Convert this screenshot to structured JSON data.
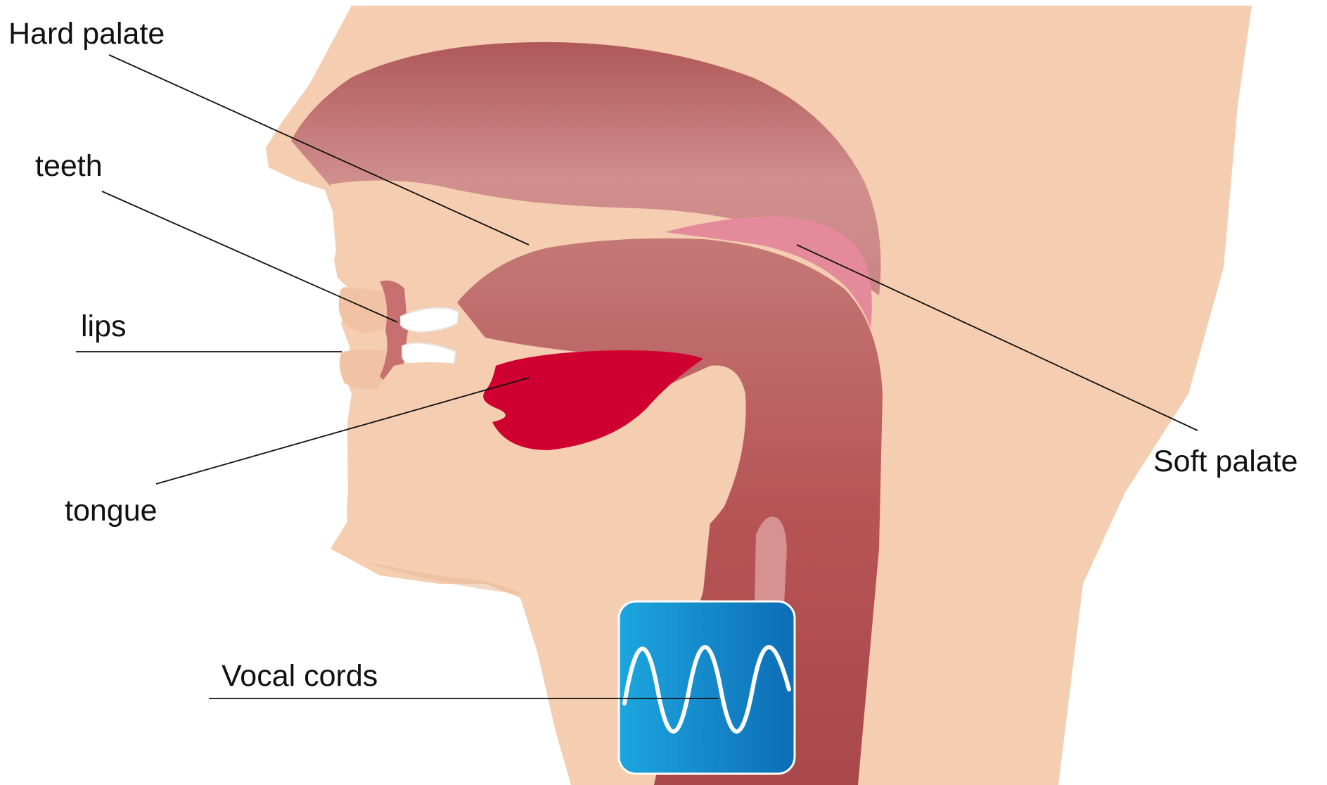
{
  "labels": {
    "hard_palate": "Hard palate",
    "teeth": "teeth",
    "lips": "lips",
    "tongue": "tongue",
    "soft_palate": "Soft palate",
    "vocal_cords": "Vocal cords"
  },
  "colors": {
    "skin": "#f5cdb0",
    "skin_shadow": "#e7b896",
    "cavity_top": "#b45a5c",
    "cavity_mid": "#cc8a8a",
    "throat": "#ad4b4e",
    "soft_palate": "#e58898",
    "tongue": "#cf0030",
    "teeth": "#ffffff",
    "vocal_box_light": "#1aa3dc",
    "vocal_box_dark": "#0d6fb8",
    "wave": "#ffffff",
    "text": "#111111"
  },
  "icons": {
    "vocal_cords": "sine-wave-icon"
  }
}
